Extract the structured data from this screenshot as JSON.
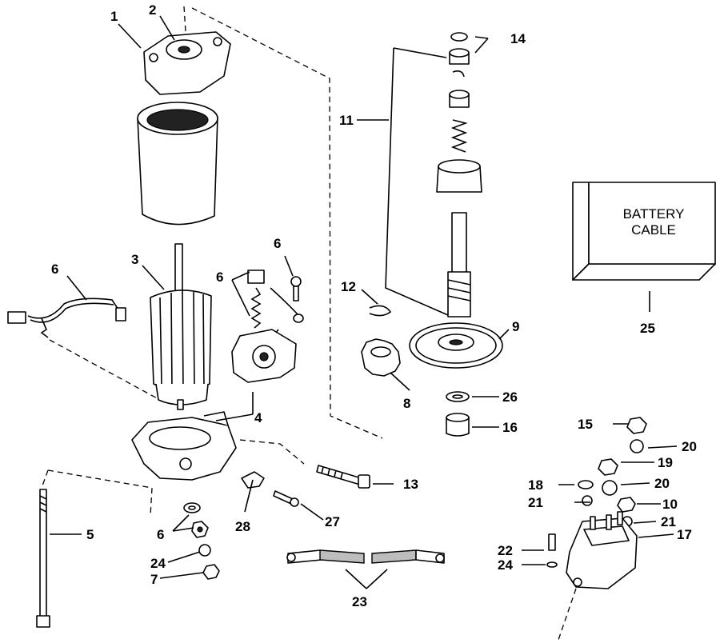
{
  "diagram": {
    "callouts": {
      "c1": "1",
      "c2": "2",
      "c3": "3",
      "c4": "4",
      "c5": "5",
      "c6a": "6",
      "c6b": "6",
      "c6c": "6",
      "c6d": "6",
      "c7": "7",
      "c8": "8",
      "c9": "9",
      "c10": "10",
      "c11": "11",
      "c12": "12",
      "c13": "13",
      "c14": "14",
      "c15": "15",
      "c16": "16",
      "c17": "17",
      "c18": "18",
      "c19": "19",
      "c20a": "20",
      "c20b": "20",
      "c21a": "21",
      "c21b": "21",
      "c22": "22",
      "c23": "23",
      "c24a": "24",
      "c24b": "24",
      "c25": "25",
      "c26": "26",
      "c27": "27",
      "c28": "28"
    },
    "battery_label": {
      "line1": "BATTERY",
      "line2": "CABLE"
    }
  }
}
